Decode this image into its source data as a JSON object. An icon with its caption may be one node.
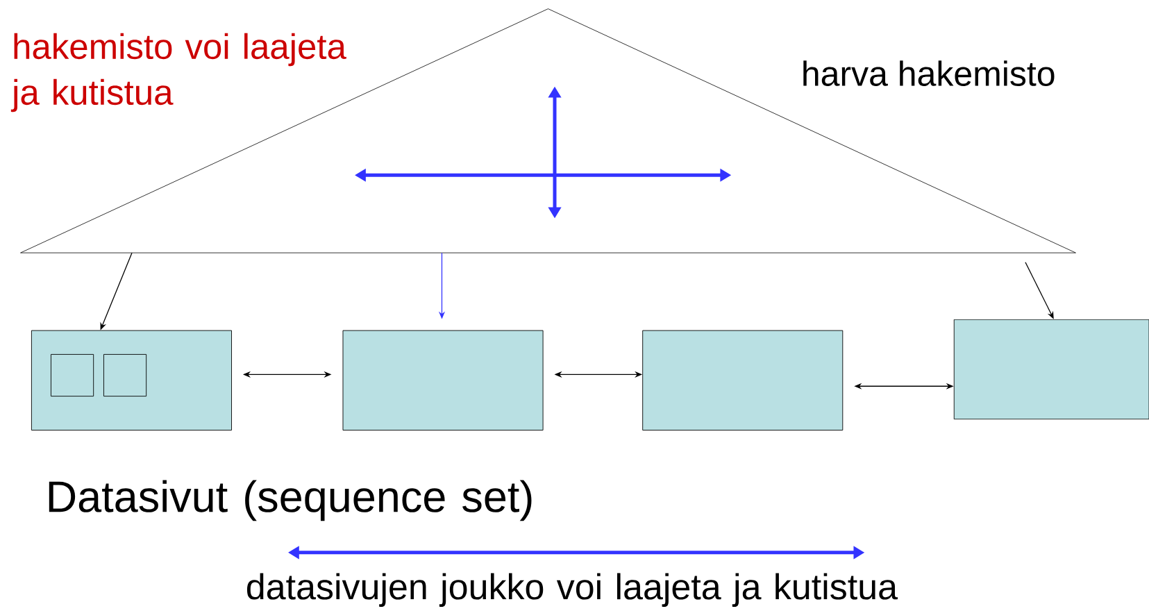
{
  "diagram": {
    "nodes": [
      {
        "text": [],
        "shape": "triangle",
        "beside": [
          "harva hakemisto"
        ]
      },
      {
        "text": [],
        "shape": "box"
      },
      {
        "text": [],
        "shape": "box",
        "in": 1
      },
      {
        "text": [],
        "shape": "box",
        "in": 1
      },
      {
        "text": [],
        "shape": "box"
      },
      {
        "text": [],
        "shape": "box"
      },
      {
        "text": [],
        "shape": "box"
      }
    ],
    "edges": [
      {
        "from": 0,
        "to": 1,
        "arrow": "to"
      },
      {
        "from": 0,
        "to": 4,
        "arrow": "to",
        "color": "#3333ff"
      },
      {
        "from": 0,
        "to": 6,
        "arrow": "to"
      },
      {
        "from": 1,
        "to": 4,
        "arrow": "both"
      },
      {
        "from": 4,
        "to": 5,
        "arrow": "both"
      },
      {
        "from": 5,
        "to": 6,
        "arrow": "both"
      }
    ],
    "labels": [
      "hakemisto voi laajeta ja kutistua",
      "Datasivut (sequence set)",
      "datasivujen joukko voi laajeta ja kutistua"
    ]
  }
}
